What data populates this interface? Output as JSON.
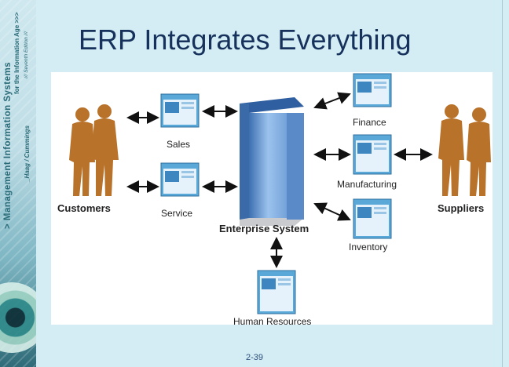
{
  "sidebar": {
    "line1": "> Management Information Systems",
    "line2": "for the Information Age >>>",
    "line3": "/// Seventh Edition ///",
    "line4": "_Haag / Cummings"
  },
  "slide": {
    "title": "ERP Integrates Everything",
    "page_number": "2-39"
  },
  "diagram": {
    "customers": "Customers",
    "suppliers": "Suppliers",
    "sales": "Sales",
    "service": "Service",
    "enterprise_system": "Enterprise System",
    "finance": "Finance",
    "manufacturing": "Manufacturing",
    "inventory": "Inventory",
    "human_resources": "Human Resources"
  },
  "colors": {
    "title": "#16325c",
    "figure": "#b8722a",
    "arrow": "#111111",
    "server": "#6f9fd8",
    "window": "#5aa8d8"
  }
}
